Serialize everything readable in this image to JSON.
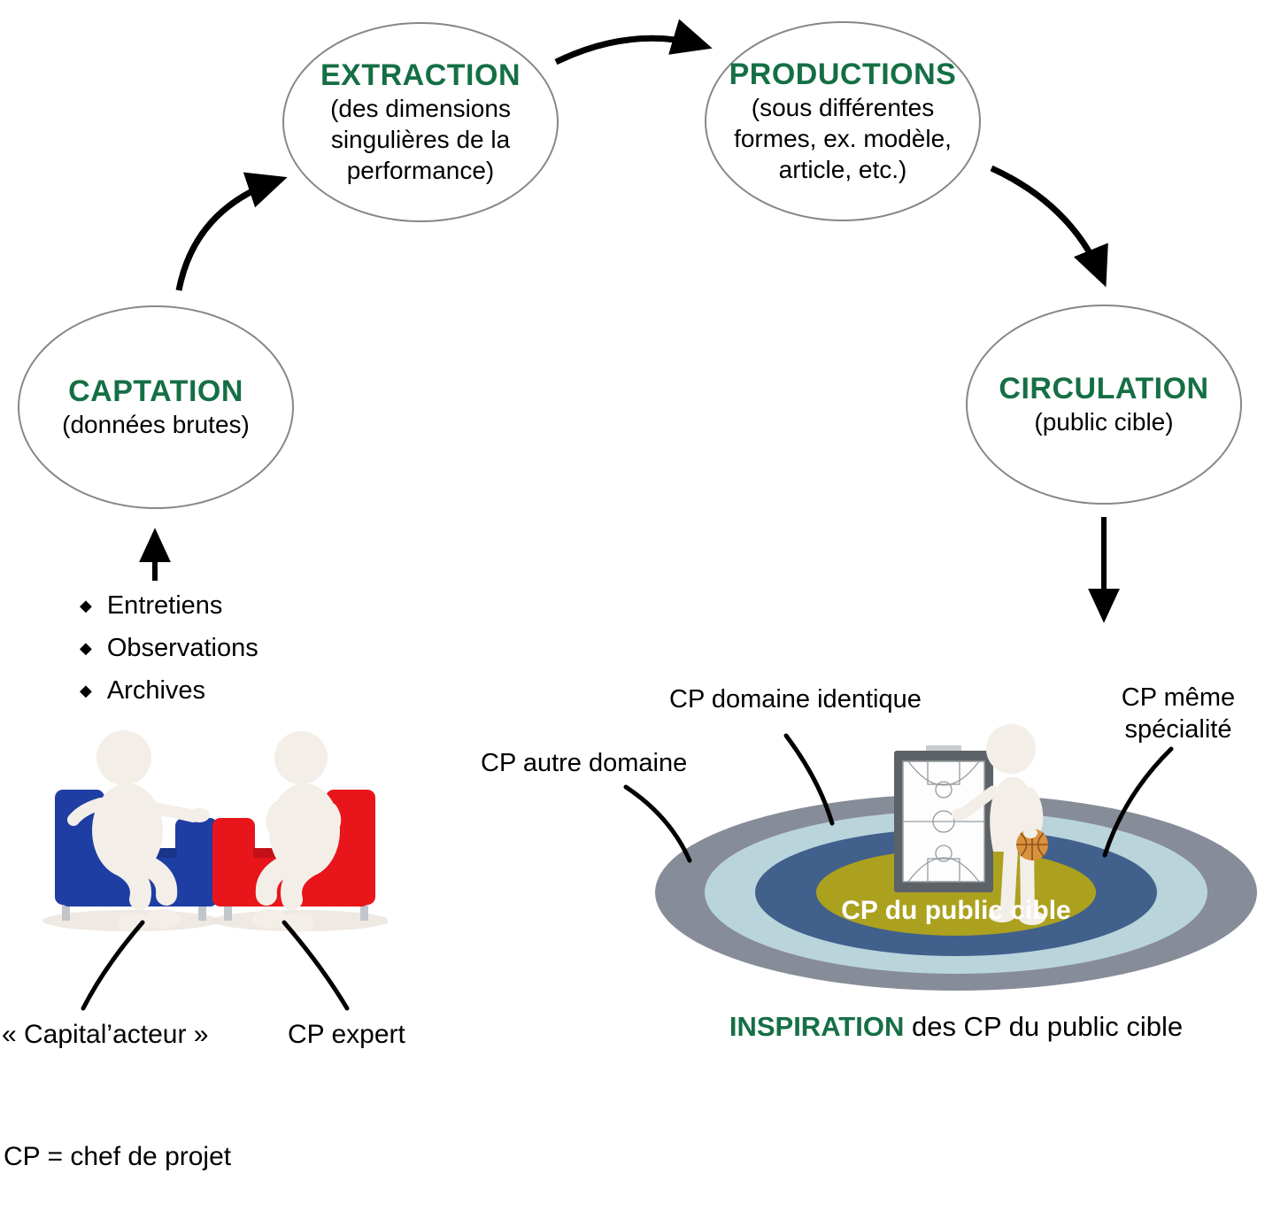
{
  "colors": {
    "green": "#156F45",
    "ellipse_stroke": "#878787",
    "ring_outer": "#878C99",
    "ring_light": "#BAD4DC",
    "ring_dark": "#41608C",
    "ring_center": "#ACA11F",
    "chair_blue": "#1E3EA3",
    "chair_red": "#E8151B",
    "figure_cream": "#F3EEE8",
    "ball_orange": "#D9913D"
  },
  "nodes": {
    "captation": {
      "title": "CAPTATION",
      "sub": [
        "(données brutes)"
      ]
    },
    "extraction": {
      "title": "EXTRACTION",
      "sub": [
        "(des dimensions",
        "singulières de la",
        "performance)"
      ]
    },
    "productions": {
      "title": "PRODUCTIONS",
      "sub": [
        "(sous différentes",
        "formes, ex. modèle,",
        "article, etc.)"
      ]
    },
    "circulation": {
      "title": "CIRCULATION",
      "sub": [
        "(public cible)"
      ]
    }
  },
  "sources": {
    "bullet_glyph": "◆",
    "items": [
      "Entretiens",
      "Observations",
      "Archives"
    ]
  },
  "interview": {
    "left_label": "« Capital’acteur »",
    "right_label": "CP expert"
  },
  "target": {
    "label_left": "CP autre domaine",
    "label_top": "CP domaine identique",
    "label_right": "CP même spécialité",
    "center_label": "CP du public cible",
    "caption_highlight": "INSPIRATION",
    "caption_rest": " des CP du public cible"
  },
  "footnote": "CP = chef de projet"
}
